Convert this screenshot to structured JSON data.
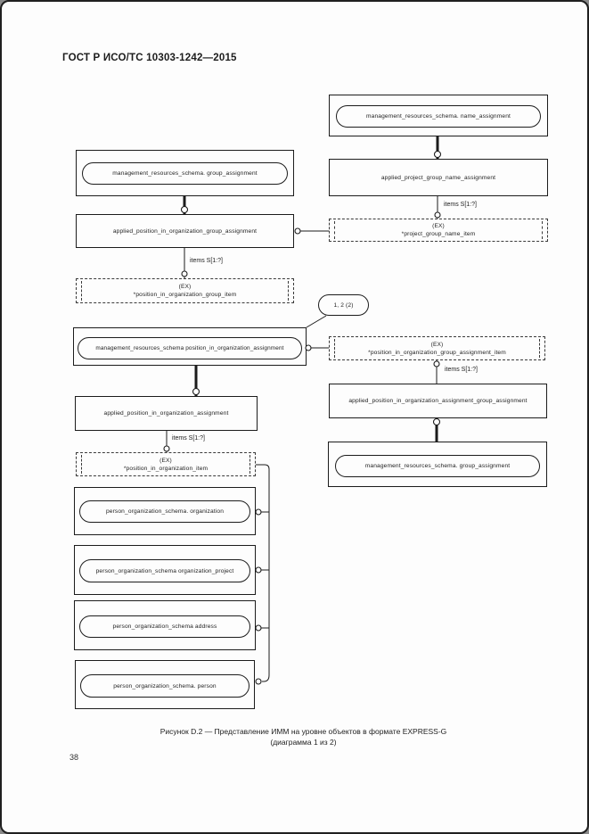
{
  "page": {
    "header": "ГОСТ Р ИСО/ТС 10303-1242—2015",
    "page_number": "38",
    "caption": {
      "line1": "Рисунок D.2 — Представление ИММ на уровне объектов в формате EXPRESS-G",
      "line2": "(диаграмма 1 из 2)"
    }
  },
  "diagram": {
    "type": "EXPRESS-G entity level model",
    "ex_tag": "(EX)",
    "items_label": "items S[1:?]",
    "page_connector": "1, 2 (2)",
    "nodes": {
      "mrs_group_assignment_top": "management_resources_schema. group_assignment",
      "applied_position_in_organization_group_assignment": "applied_position_in_organization_group_assignment",
      "position_in_organization_group_item": "*position_in_organization_group_item",
      "mrs_name_assignment": "management_resources_schema. name_assignment",
      "applied_project_group_name_assignment": "applied_project_group_name_assignment",
      "project_group_name_item": "*project_group_name_item",
      "mrs_position_in_organization_assignment": "management_resources_schema position_in_organization_assignment",
      "position_in_organization_group_assignment_item": "*position_in_organization_group_assignment_item",
      "applied_position_in_organization_assignment_group_assignment": "applied_position_in_organization_assignment_group_assignment",
      "mrs_group_assignment_bottom": "management_resources_schema. group_assignment",
      "applied_position_in_organization_assignment": "applied_position_in_organization_assignment",
      "position_in_organization_item": "*position_in_organization_item",
      "pos_organization": "person_organization_schema. organization",
      "pos_organization_project": "person_organization_schema organization_project",
      "pos_address": "person_organization_schema address",
      "pos_person": "person_organization_schema. person"
    },
    "edges": [
      {
        "from": "management_resources_schema. group_assignment",
        "to": "applied_position_in_organization_group_assignment",
        "style": "thick"
      },
      {
        "from": "applied_position_in_organization_group_assignment",
        "to": "*position_in_organization_group_item",
        "label": "items S[1:?]"
      },
      {
        "from": "applied_position_in_organization_group_assignment",
        "to": "*project_group_name_item"
      },
      {
        "from": "management_resources_schema. name_assignment",
        "to": "applied_project_group_name_assignment",
        "style": "thick"
      },
      {
        "from": "applied_project_group_name_assignment",
        "to": "*project_group_name_item",
        "label": "items S[1:?]"
      },
      {
        "from": "management_resources_schema position_in_organization_assignment",
        "to": "1, 2 (2)",
        "style": "page-reference"
      },
      {
        "from": "management_resources_schema position_in_organization_assignment",
        "to": "*position_in_organization_group_assignment_item"
      },
      {
        "from": "*position_in_organization_group_assignment_item",
        "to": "applied_position_in_organization_assignment_group_assignment",
        "label": "items S[1:?]"
      },
      {
        "from": "applied_position_in_organization_assignment_group_assignment",
        "to": "management_resources_schema. group_assignment",
        "style": "thick"
      },
      {
        "from": "management_resources_schema position_in_organization_assignment",
        "to": "applied_position_in_organization_assignment",
        "style": "thick"
      },
      {
        "from": "applied_position_in_organization_assignment",
        "to": "*position_in_organization_item",
        "label": "items S[1:?]"
      },
      {
        "from": "*position_in_organization_item",
        "to": "person_organization_schema. organization"
      },
      {
        "from": "*position_in_organization_item",
        "to": "person_organization_schema organization_project"
      },
      {
        "from": "*position_in_organization_item",
        "to": "person_organization_schema address"
      },
      {
        "from": "*position_in_organization_item",
        "to": "person_organization_schema. person"
      }
    ]
  }
}
